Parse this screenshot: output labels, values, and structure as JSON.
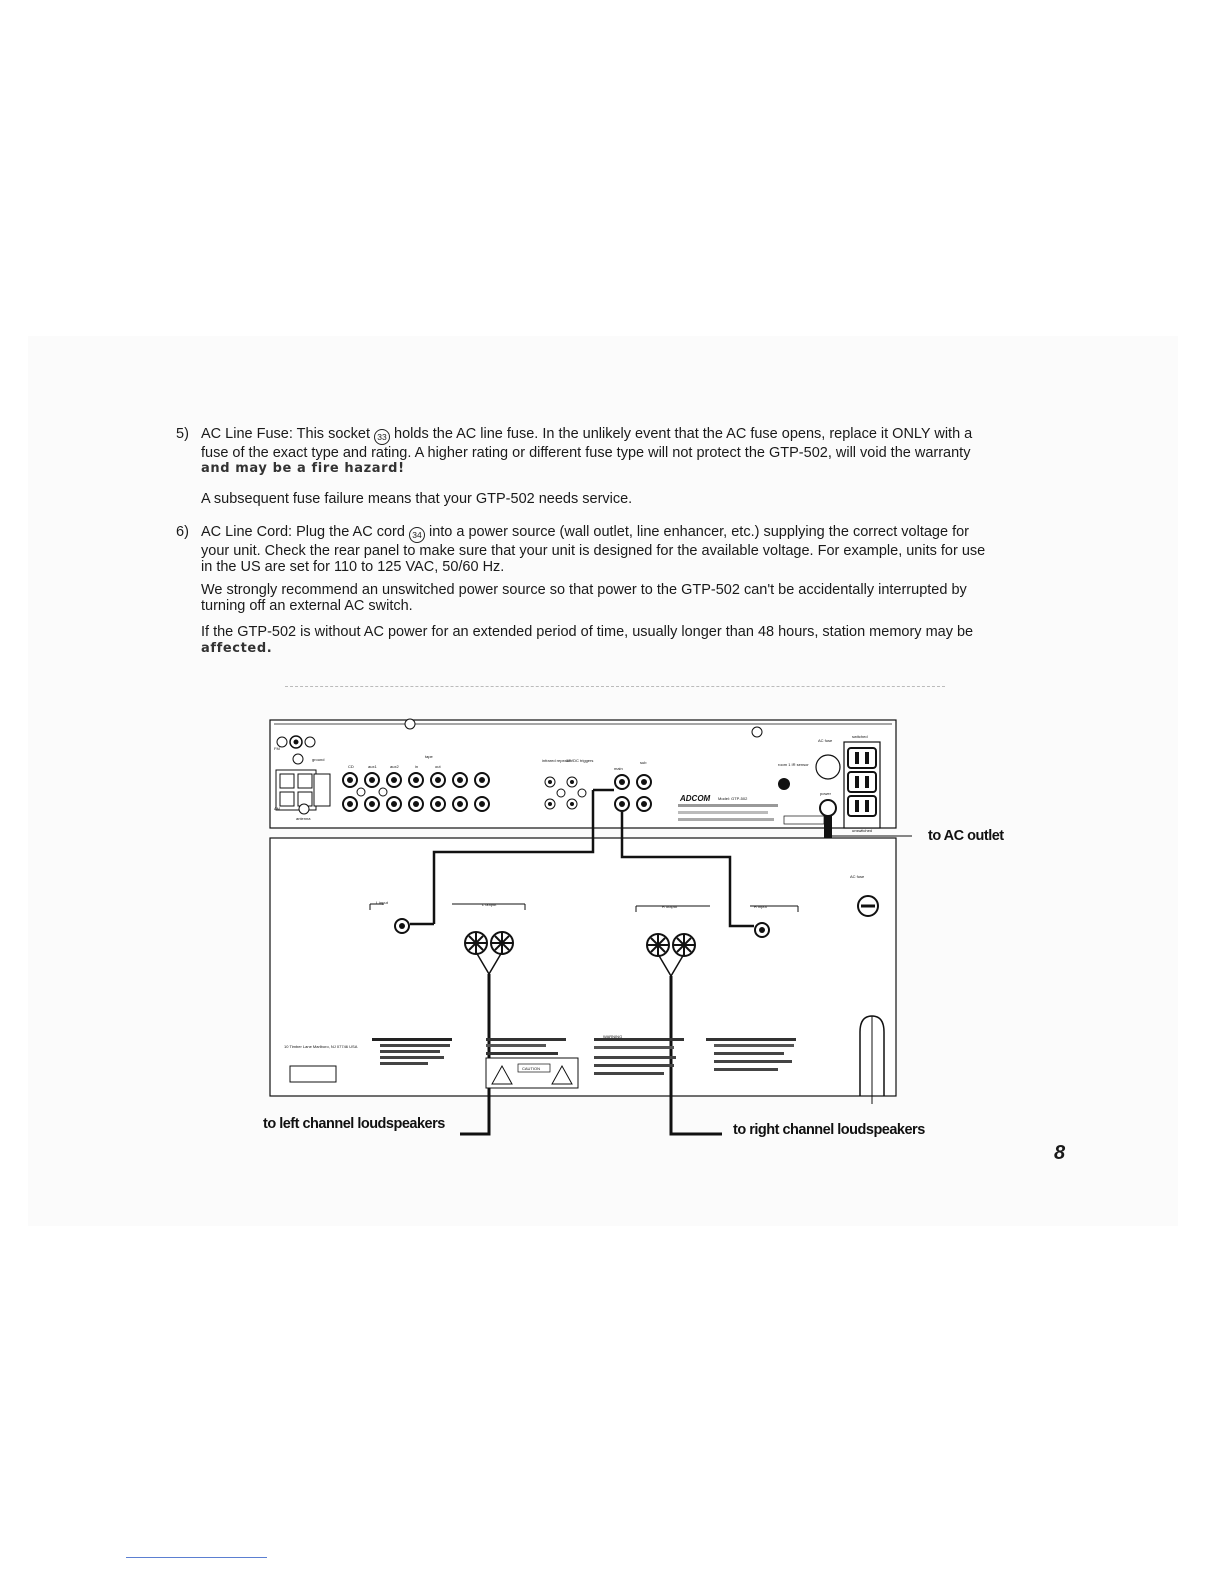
{
  "items": [
    {
      "number": "5)",
      "line1_a": "AC Line Fuse: This socket ",
      "ref": "33",
      "line1_b": " holds the AC line fuse.  In the unlikely event that the AC fuse opens, replace it ONLY with a",
      "line2": "fuse of the exact type and rating.  A higher rating or different fuse type will not protect the GTP-502, will void the warranty",
      "line3": "and may be a fire hazard!"
    },
    {
      "number": "6)",
      "line1_a": "AC Line Cord:  Plug the AC cord ",
      "ref": "34",
      "line1_b": " into a power source (wall outlet, line enhancer, etc.) supplying the correct voltage for",
      "line2": "your unit.  Check the rear panel to make sure that your unit is designed for the available voltage.  For example, units for use",
      "line3": "in the US are set for 110 to 125 VAC, 50/60 Hz."
    }
  ],
  "paragraphs": {
    "fuse_failure": "A subsequent fuse failure means that your GTP-502 needs service.",
    "unswitched_1": "We strongly recommend an unswitched power source so that power to the GTP-502 can't be accidentally interrupted by",
    "unswitched_2": "turning off an external AC switch.",
    "memory_1": "If the GTP-502 is without AC power for an extended period of time, usually longer than 48 hours, station memory may be",
    "memory_2": "affected."
  },
  "diagram": {
    "callouts": {
      "ac_outlet": "to AC outlet",
      "left_speakers": "to left channel loudspeakers",
      "right_speakers": "to right channel loudspeakers"
    },
    "tuner_labels": {
      "fm": "FM",
      "am": "AM",
      "ground": "ground",
      "antenna": "antenna",
      "cd": "CD",
      "aux1": "aux1",
      "aux2": "aux2",
      "tape": "tape",
      "in": "in",
      "out": "out",
      "infrared_repeater": "infrared repeater",
      "trigger": "12VDC triggers",
      "main": "main",
      "sub": "sub",
      "room_ir": "room 1 IR sensor",
      "power": "power",
      "ac_fuse": "AC fuse",
      "brand": "ADCOM",
      "model": "Model: GTP-502",
      "switched": "switched",
      "unswitched": "unswitched"
    },
    "amp_labels": {
      "l_input": "L input",
      "l_output": "L output",
      "r_output": "R output",
      "r_input": "R input",
      "ac_fuse": "AC fuse",
      "caution": "CAUTION",
      "warning": "WARNING",
      "address": "10 Timber Lane Marlboro, NJ 07746 USA"
    }
  },
  "page_number": "8"
}
